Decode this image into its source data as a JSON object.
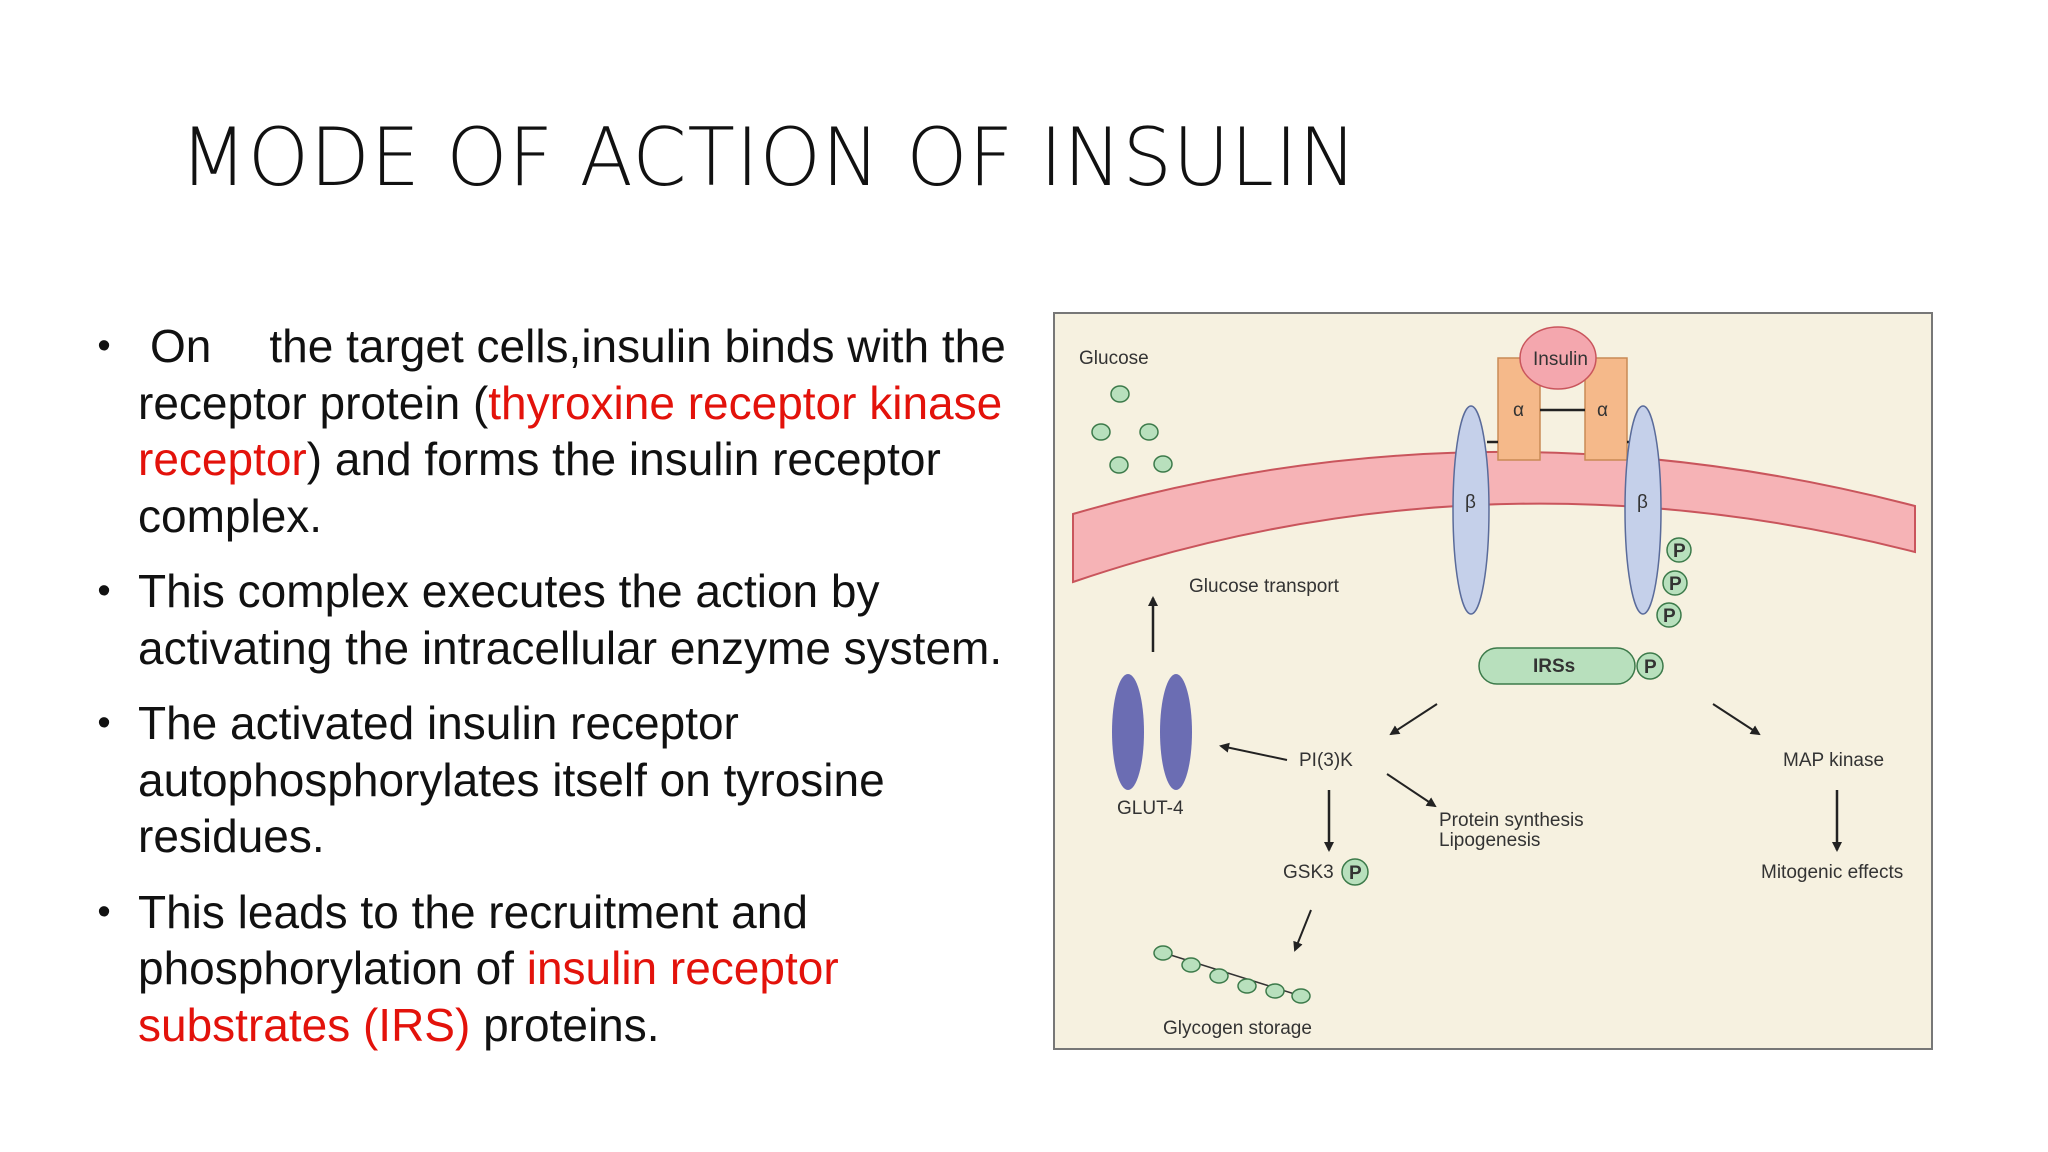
{
  "title": "MODE OF ACTION OF INSULIN",
  "bullets": [
    {
      "parts": [
        {
          "text": "On",
          "red": false
        },
        {
          "text": "the target cells,insulin binds with the receptor protein (",
          "red": false
        },
        {
          "text": "thyroxine receptor kinase receptor",
          "red": true
        },
        {
          "text": ") and forms the insulin receptor complex.",
          "red": false
        }
      ]
    },
    {
      "parts": [
        {
          "text": "This complex executes the action by activating the intracellular enzyme system.",
          "red": false
        }
      ]
    },
    {
      "parts": [
        {
          "text": "The activated insulin receptor autophosphorylates itself on tyrosine residues.",
          "red": false
        }
      ]
    },
    {
      "parts": [
        {
          "text": "This leads to the recruitment and phosphorylation of ",
          "red": false
        },
        {
          "text": "insulin receptor substrates (IRS)",
          "red": true
        },
        {
          "text": " proteins.",
          "red": false
        }
      ]
    }
  ],
  "figure": {
    "glucose": "Glucose",
    "insulin": "Insulin",
    "alpha": "α",
    "beta": "β",
    "p": "P",
    "glucose_transport": "Glucose transport",
    "irss": "IRSs",
    "pi3k": "PI(3)K",
    "map_kinase": "MAP kinase",
    "glut4": "GLUT-4",
    "protein_synthesis": "Protein synthesis",
    "lipogenesis": "Lipogenesis",
    "gsk3": "GSK3",
    "mitogenic_effects": "Mitogenic effects",
    "glycogen_storage": "Glycogen storage"
  },
  "colors": {
    "red_text": "#e3120b",
    "membrane": "#f6b3b6",
    "membrane_edge": "#c9555c",
    "alpha_subunit": "#f5b98a",
    "beta_subunit": "#c5d0ea",
    "insulin": "#f4a7ae",
    "phosphate": "#b8e0bd",
    "glut4": "#6b6db3",
    "figure_bg": "#f6f1e0"
  }
}
